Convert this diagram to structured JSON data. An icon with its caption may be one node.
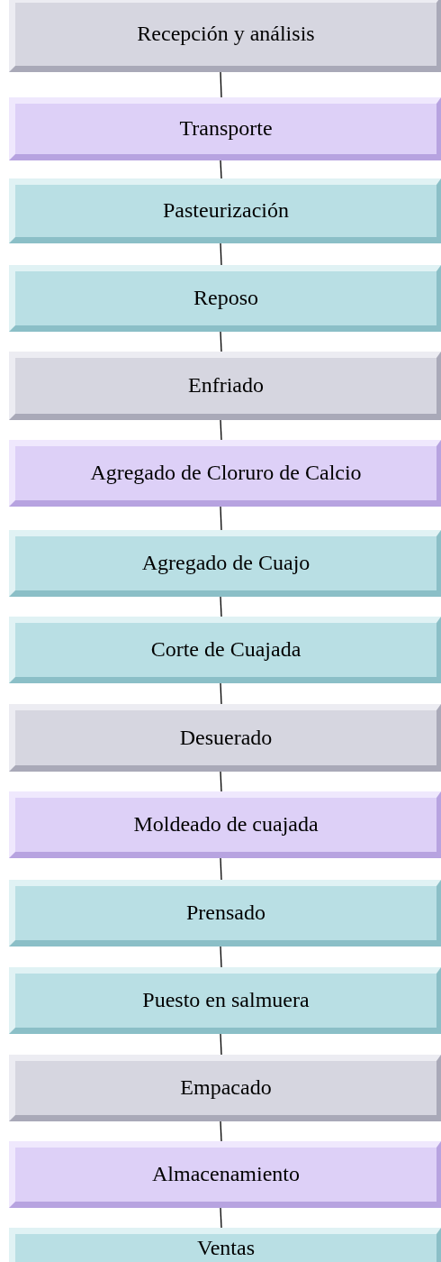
{
  "diagram": {
    "nodes": [
      {
        "text": [
          "Recepción y análisis"
        ]
      },
      {
        "text": [
          "Transporte"
        ]
      },
      {
        "text": [
          "Pasteurización"
        ]
      },
      {
        "text": [
          "Reposo"
        ]
      },
      {
        "text": [
          "Enfriado"
        ]
      },
      {
        "text": [
          "Agregado de Cloruro de Calcio"
        ]
      },
      {
        "text": [
          "Agregado de Cuajo"
        ]
      },
      {
        "text": [
          "Corte de Cuajada"
        ]
      },
      {
        "text": [
          "Desuerado"
        ]
      },
      {
        "text": [
          "Moldeado de cuajada"
        ]
      },
      {
        "text": [
          "Prensado"
        ]
      },
      {
        "text": [
          "Puesto en salmuera"
        ]
      },
      {
        "text": [
          "Empacado"
        ]
      },
      {
        "text": [
          "Almacenamiento"
        ]
      },
      {
        "text": [
          "Ventas"
        ]
      }
    ],
    "edges": [
      {
        "from": 0,
        "to": 1,
        "arrow": "none"
      },
      {
        "from": 1,
        "to": 2,
        "arrow": "none"
      },
      {
        "from": 2,
        "to": 3,
        "arrow": "none"
      },
      {
        "from": 3,
        "to": 4,
        "arrow": "none"
      },
      {
        "from": 4,
        "to": 5,
        "arrow": "none"
      },
      {
        "from": 5,
        "to": 6,
        "arrow": "none"
      },
      {
        "from": 6,
        "to": 7,
        "arrow": "none"
      },
      {
        "from": 7,
        "to": 8,
        "arrow": "none"
      },
      {
        "from": 8,
        "to": 9,
        "arrow": "none"
      },
      {
        "from": 9,
        "to": 10,
        "arrow": "none"
      },
      {
        "from": 10,
        "to": 11,
        "arrow": "none"
      },
      {
        "from": 11,
        "to": 12,
        "arrow": "none"
      },
      {
        "from": 12,
        "to": 13,
        "arrow": "none"
      },
      {
        "from": 13,
        "to": 14,
        "arrow": "none"
      }
    ]
  }
}
